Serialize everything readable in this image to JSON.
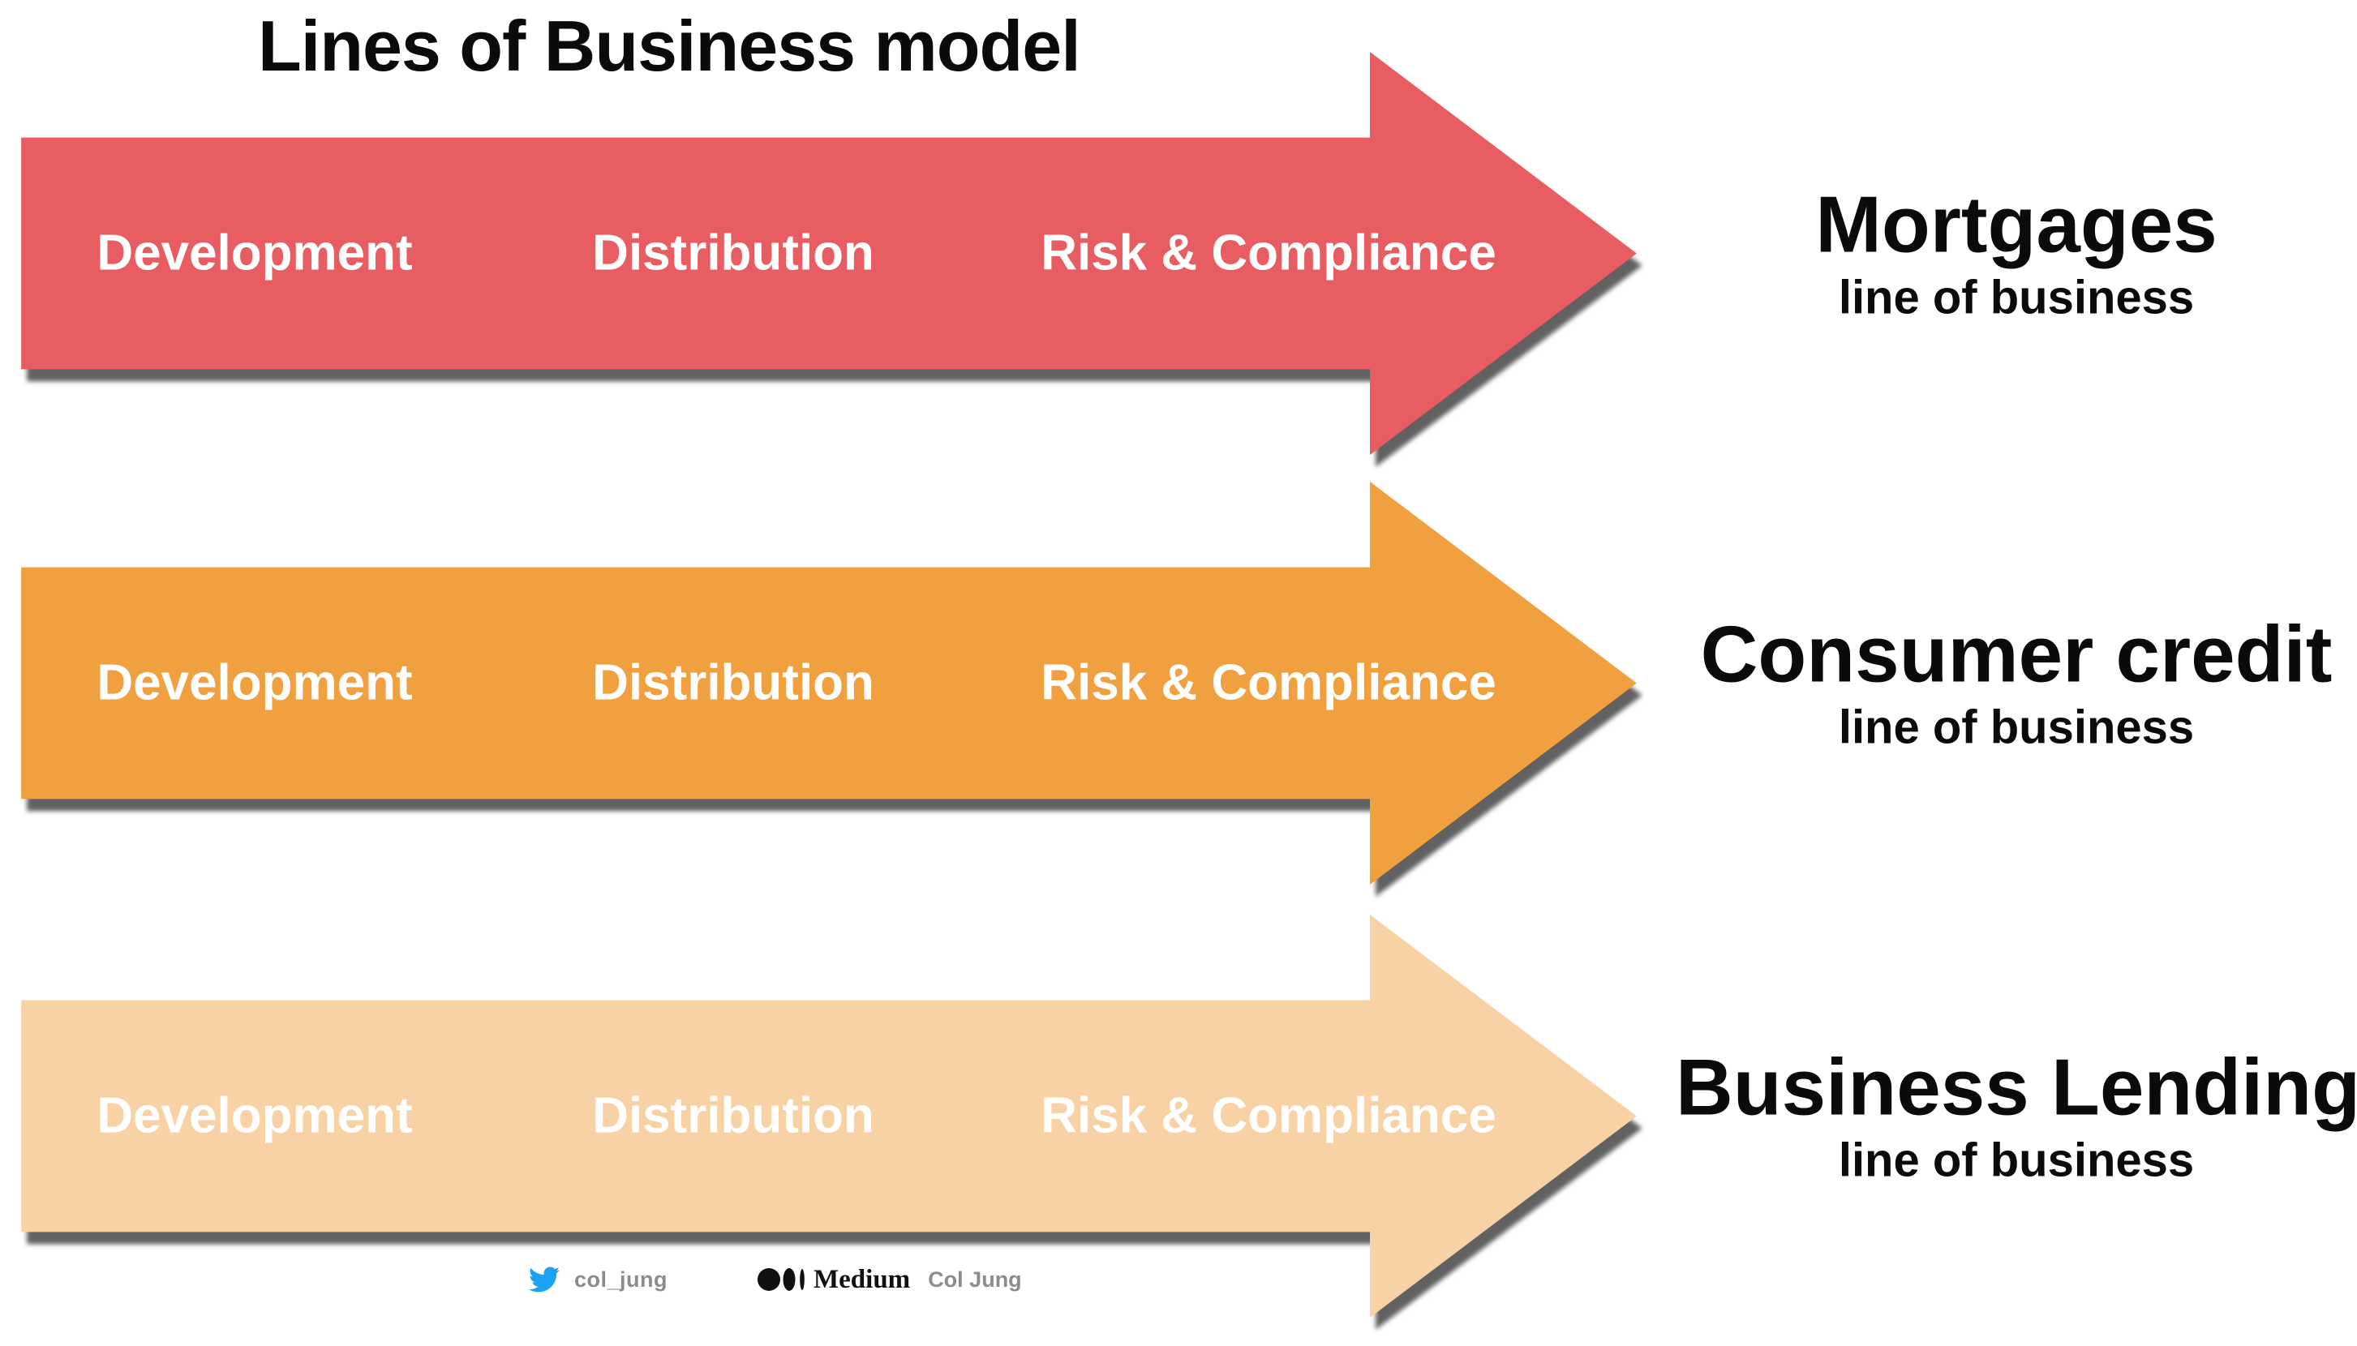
{
  "title": "Lines of Business model",
  "rows": [
    {
      "color": "#e75d61",
      "stages": [
        "Development",
        "Distribution",
        "Risk & Compliance"
      ],
      "name": "Mortgages",
      "subtitle": "line of business"
    },
    {
      "color": "#f0a03f",
      "stages": [
        "Development",
        "Distribution",
        "Risk & Compliance"
      ],
      "name": "Consumer credit",
      "subtitle": "line of business"
    },
    {
      "color": "#f8d2a4",
      "stages": [
        "Development",
        "Distribution",
        "Risk & Compliance"
      ],
      "name": "Business Lending",
      "subtitle": "line of business"
    }
  ],
  "footer": {
    "twitter_handle": "col_jung",
    "medium_wordmark": "Medium",
    "medium_author": "Col Jung"
  },
  "colors": {
    "stage_text": "#ffffff",
    "heading_text": "#0b0b0b",
    "footer_text": "#8c8c8c",
    "twitter_blue": "#1da1f2"
  }
}
